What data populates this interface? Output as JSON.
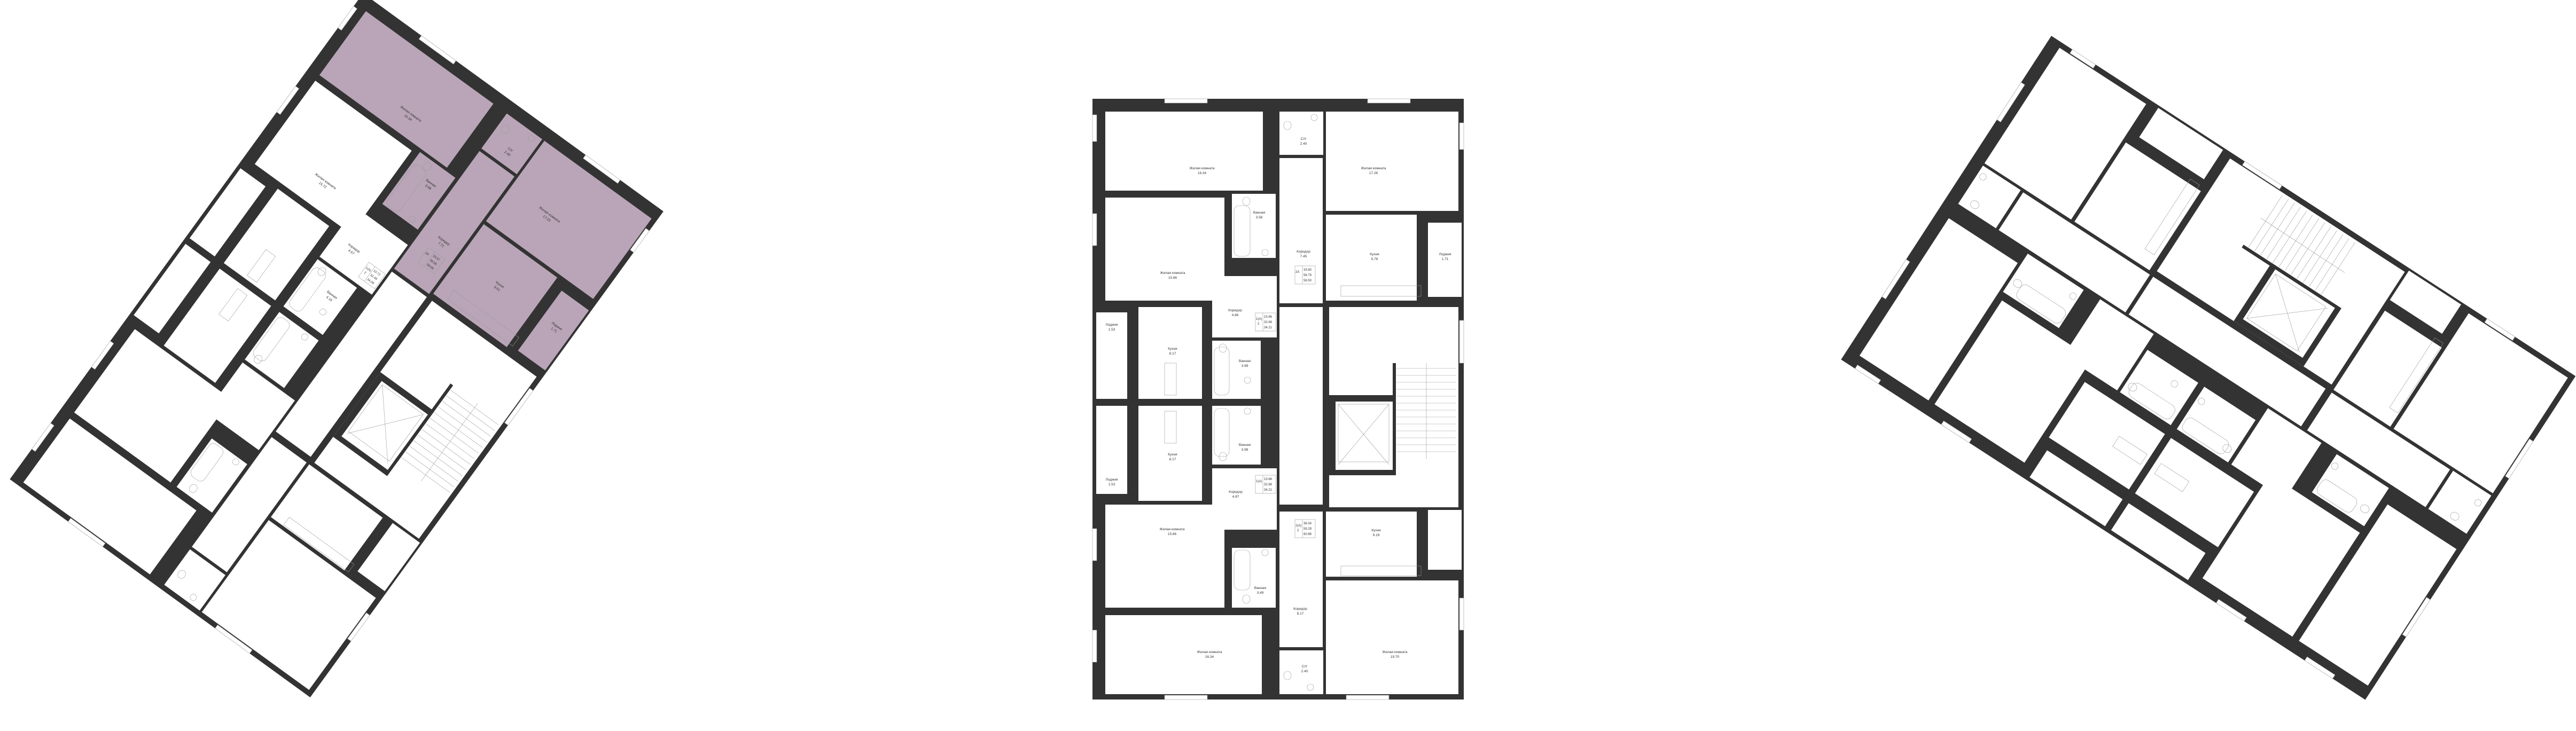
{
  "colors": {
    "wall": "#333333",
    "room": "#ffffff",
    "highlight": "#b9a5b7",
    "fixture": "#9a9a9a"
  },
  "plans": {
    "center": {
      "rooms": [
        {
          "name": "Жилая комната",
          "area": "16.34"
        },
        {
          "name": "С/У",
          "area": "2.40"
        },
        {
          "name": "Жилая комната",
          "area": "17.26"
        },
        {
          "name": "Жилая комната",
          "area": "15.66"
        },
        {
          "name": "Ванная",
          "area": "3.56"
        },
        {
          "name": "Коридор",
          "area": "7.45"
        },
        {
          "name": "Кухня",
          "area": "9.78"
        },
        {
          "name": "Лоджия",
          "area": "1.71"
        },
        {
          "name": "Коридор",
          "area": "4.86"
        },
        {
          "name": "Лоджия",
          "area": "1.53"
        },
        {
          "name": "Кухня",
          "area": "8.17"
        },
        {
          "name": "Ванная",
          "area": "3.99"
        },
        {
          "name": "Ванная",
          "area": "3.98"
        },
        {
          "name": "Кухня",
          "area": "8.17"
        },
        {
          "name": "Лоджия",
          "area": "1.53"
        },
        {
          "name": "Коридор",
          "area": "4.87"
        },
        null,
        null,
        {
          "name": "Кухня",
          "area": "9.19"
        },
        null,
        {
          "name": "Жилая комната",
          "area": "19.70"
        },
        {
          "name": "Жилая комната",
          "area": "15.66"
        },
        {
          "name": "Ванная",
          "area": "3.49"
        },
        {
          "name": "Жилая комната",
          "area": "16.34"
        },
        {
          "name": "С/У",
          "area": "2.40"
        },
        {
          "name": "Коридор",
          "area": "8.17"
        }
      ],
      "info": [
        {
          "type": "2A",
          "rooms": "",
          "living": "33.60",
          "total": "56.79",
          "total_with_loggia": "58.50"
        },
        {
          "type": "1(A)",
          "rooms": "2",
          "living": "15.66",
          "total": "32.68",
          "total_with_loggia": "34.21"
        },
        {
          "type": "1(A)",
          "rooms": "",
          "living": "15.66",
          "total": "32.68",
          "total_with_loggia": "34.21"
        },
        {
          "type": "2(A)",
          "rooms": "2",
          "living": "36.04",
          "total": "59.29",
          "total_with_loggia": "60.88"
        }
      ]
    },
    "left": {
      "highlighted_apartment": "2A",
      "rooms": [
        {
          "name": "Жилая комната",
          "area": "16.34"
        },
        {
          "name": "С/У",
          "area": "2.40"
        },
        {
          "name": "Жилая комната",
          "area": "17.23"
        },
        {
          "name": "Жилая комната",
          "area": "15.72"
        },
        {
          "name": "Ванная",
          "area": "3.68"
        },
        {
          "name": "Коридор",
          "area": "7.71"
        },
        {
          "name": "Кухня",
          "area": "9.61"
        },
        {
          "name": "Лоджия",
          "area": "1.71"
        },
        {
          "name": "Коридор",
          "area": "4.67"
        },
        null,
        null,
        {
          "name": "Ванная",
          "area": "4.16"
        }
      ],
      "info": [
        {
          "type": "2A",
          "rooms": "",
          "living": "33.57",
          "total": "56.56",
          "total_with_loggia": "58.69"
        },
        {
          "type": "1(A)",
          "rooms": "2",
          "living": "15.72",
          "total": "32.49",
          "total_with_loggia": "34.09"
        }
      ]
    },
    "right": {
      "rooms": [],
      "info": []
    }
  }
}
